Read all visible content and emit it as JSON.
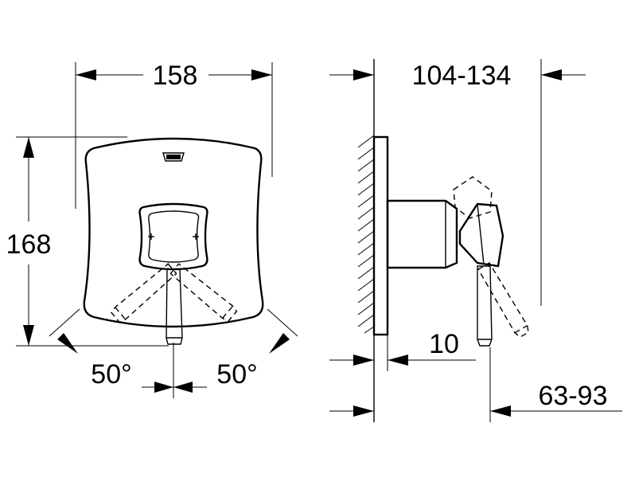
{
  "dimensions": {
    "front_width": "158",
    "front_height": "168",
    "angle_left": "50°",
    "angle_right": "50°",
    "side_projection": "104-134",
    "side_thickness": "10",
    "side_depth": "63-93"
  }
}
